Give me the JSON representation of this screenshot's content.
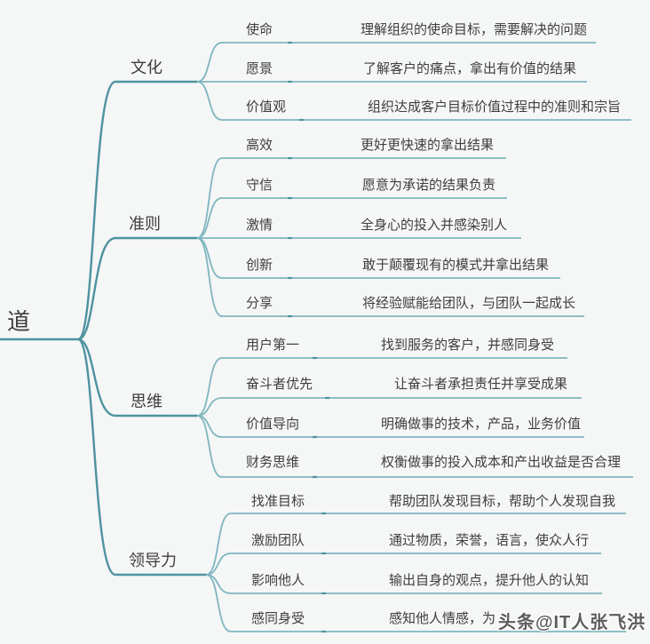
{
  "root": {
    "label": "道"
  },
  "branches": [
    {
      "label": "文化",
      "children": [
        {
          "keyword": "使命",
          "desc": "理解组织的使命目标，需要解决的问题"
        },
        {
          "keyword": "愿景",
          "desc": "了解客户的痛点，拿出有价值的结果"
        },
        {
          "keyword": "价值观",
          "desc": "组织达成客户目标价值过程中的准则和宗旨"
        }
      ]
    },
    {
      "label": "准则",
      "children": [
        {
          "keyword": "高效",
          "desc": "更好更快速的拿出结果"
        },
        {
          "keyword": "守信",
          "desc": "愿意为承诺的结果负责"
        },
        {
          "keyword": "激情",
          "desc": "全身心的投入并感染别人"
        },
        {
          "keyword": "创新",
          "desc": "敢于颠覆现有的模式并拿出结果"
        },
        {
          "keyword": "分享",
          "desc": "将经验赋能给团队，与团队一起成长"
        }
      ]
    },
    {
      "label": "思维",
      "children": [
        {
          "keyword": "用户第一",
          "desc": "找到服务的客户，并感同身受"
        },
        {
          "keyword": "奋斗者优先",
          "desc": "让奋斗者承担责任并享受成果"
        },
        {
          "keyword": "价值导向",
          "desc": "明确做事的技术，产品，业务价值"
        },
        {
          "keyword": "财务思维",
          "desc": "权衡做事的投入成本和产出收益是否合理"
        }
      ]
    },
    {
      "label": "领导力",
      "children": [
        {
          "keyword": "找准目标",
          "desc": "帮助团队发现目标，帮助个人发现自我"
        },
        {
          "keyword": "激励团队",
          "desc": "通过物质，荣誉，语言，使众人行"
        },
        {
          "keyword": "影响他人",
          "desc": "输出自身的观点，提升他人的认知"
        },
        {
          "keyword": "感同身受",
          "desc": "感知他人情感，为"
        }
      ]
    }
  ],
  "watermark": "头条@IT人张飞洪",
  "colors": {
    "background": "#f5f6f6",
    "line_primary": "#4e93a0",
    "line_secondary": "#7fb6bf",
    "text": "#3e3e3e"
  }
}
